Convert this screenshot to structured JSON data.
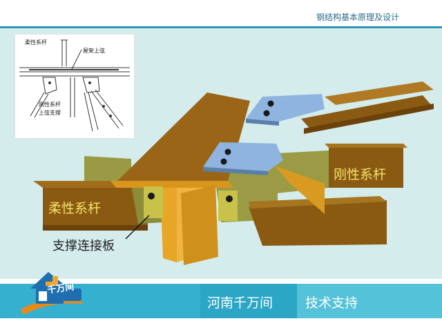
{
  "header": {
    "title": "钢结构基本原理及设计"
  },
  "inset": {
    "labels": {
      "flexible_bar": "柔性系杆",
      "truss_top_chord": "屋架上弦",
      "rigid_bar": "刚性系杆",
      "top_chord_bracing": "上弦支撑"
    }
  },
  "diagram": {
    "labels": {
      "flexible_bar": "柔性系杆",
      "rigid_bar": "刚性系杆",
      "bracing_plate": "支撑连接板"
    }
  },
  "footer": {
    "logo_text": "千万间",
    "company": "河南千万间",
    "support": "技术支持"
  },
  "colors": {
    "header_line": "#2c98b3",
    "background": "#d4ecec",
    "footer_bar": "#2ba6c5",
    "beam_brown": "#8a5a12",
    "beam_orange": "#e8a626",
    "plate_olive": "#8c8c3a",
    "gusset_blue": "#7fa8d6"
  }
}
